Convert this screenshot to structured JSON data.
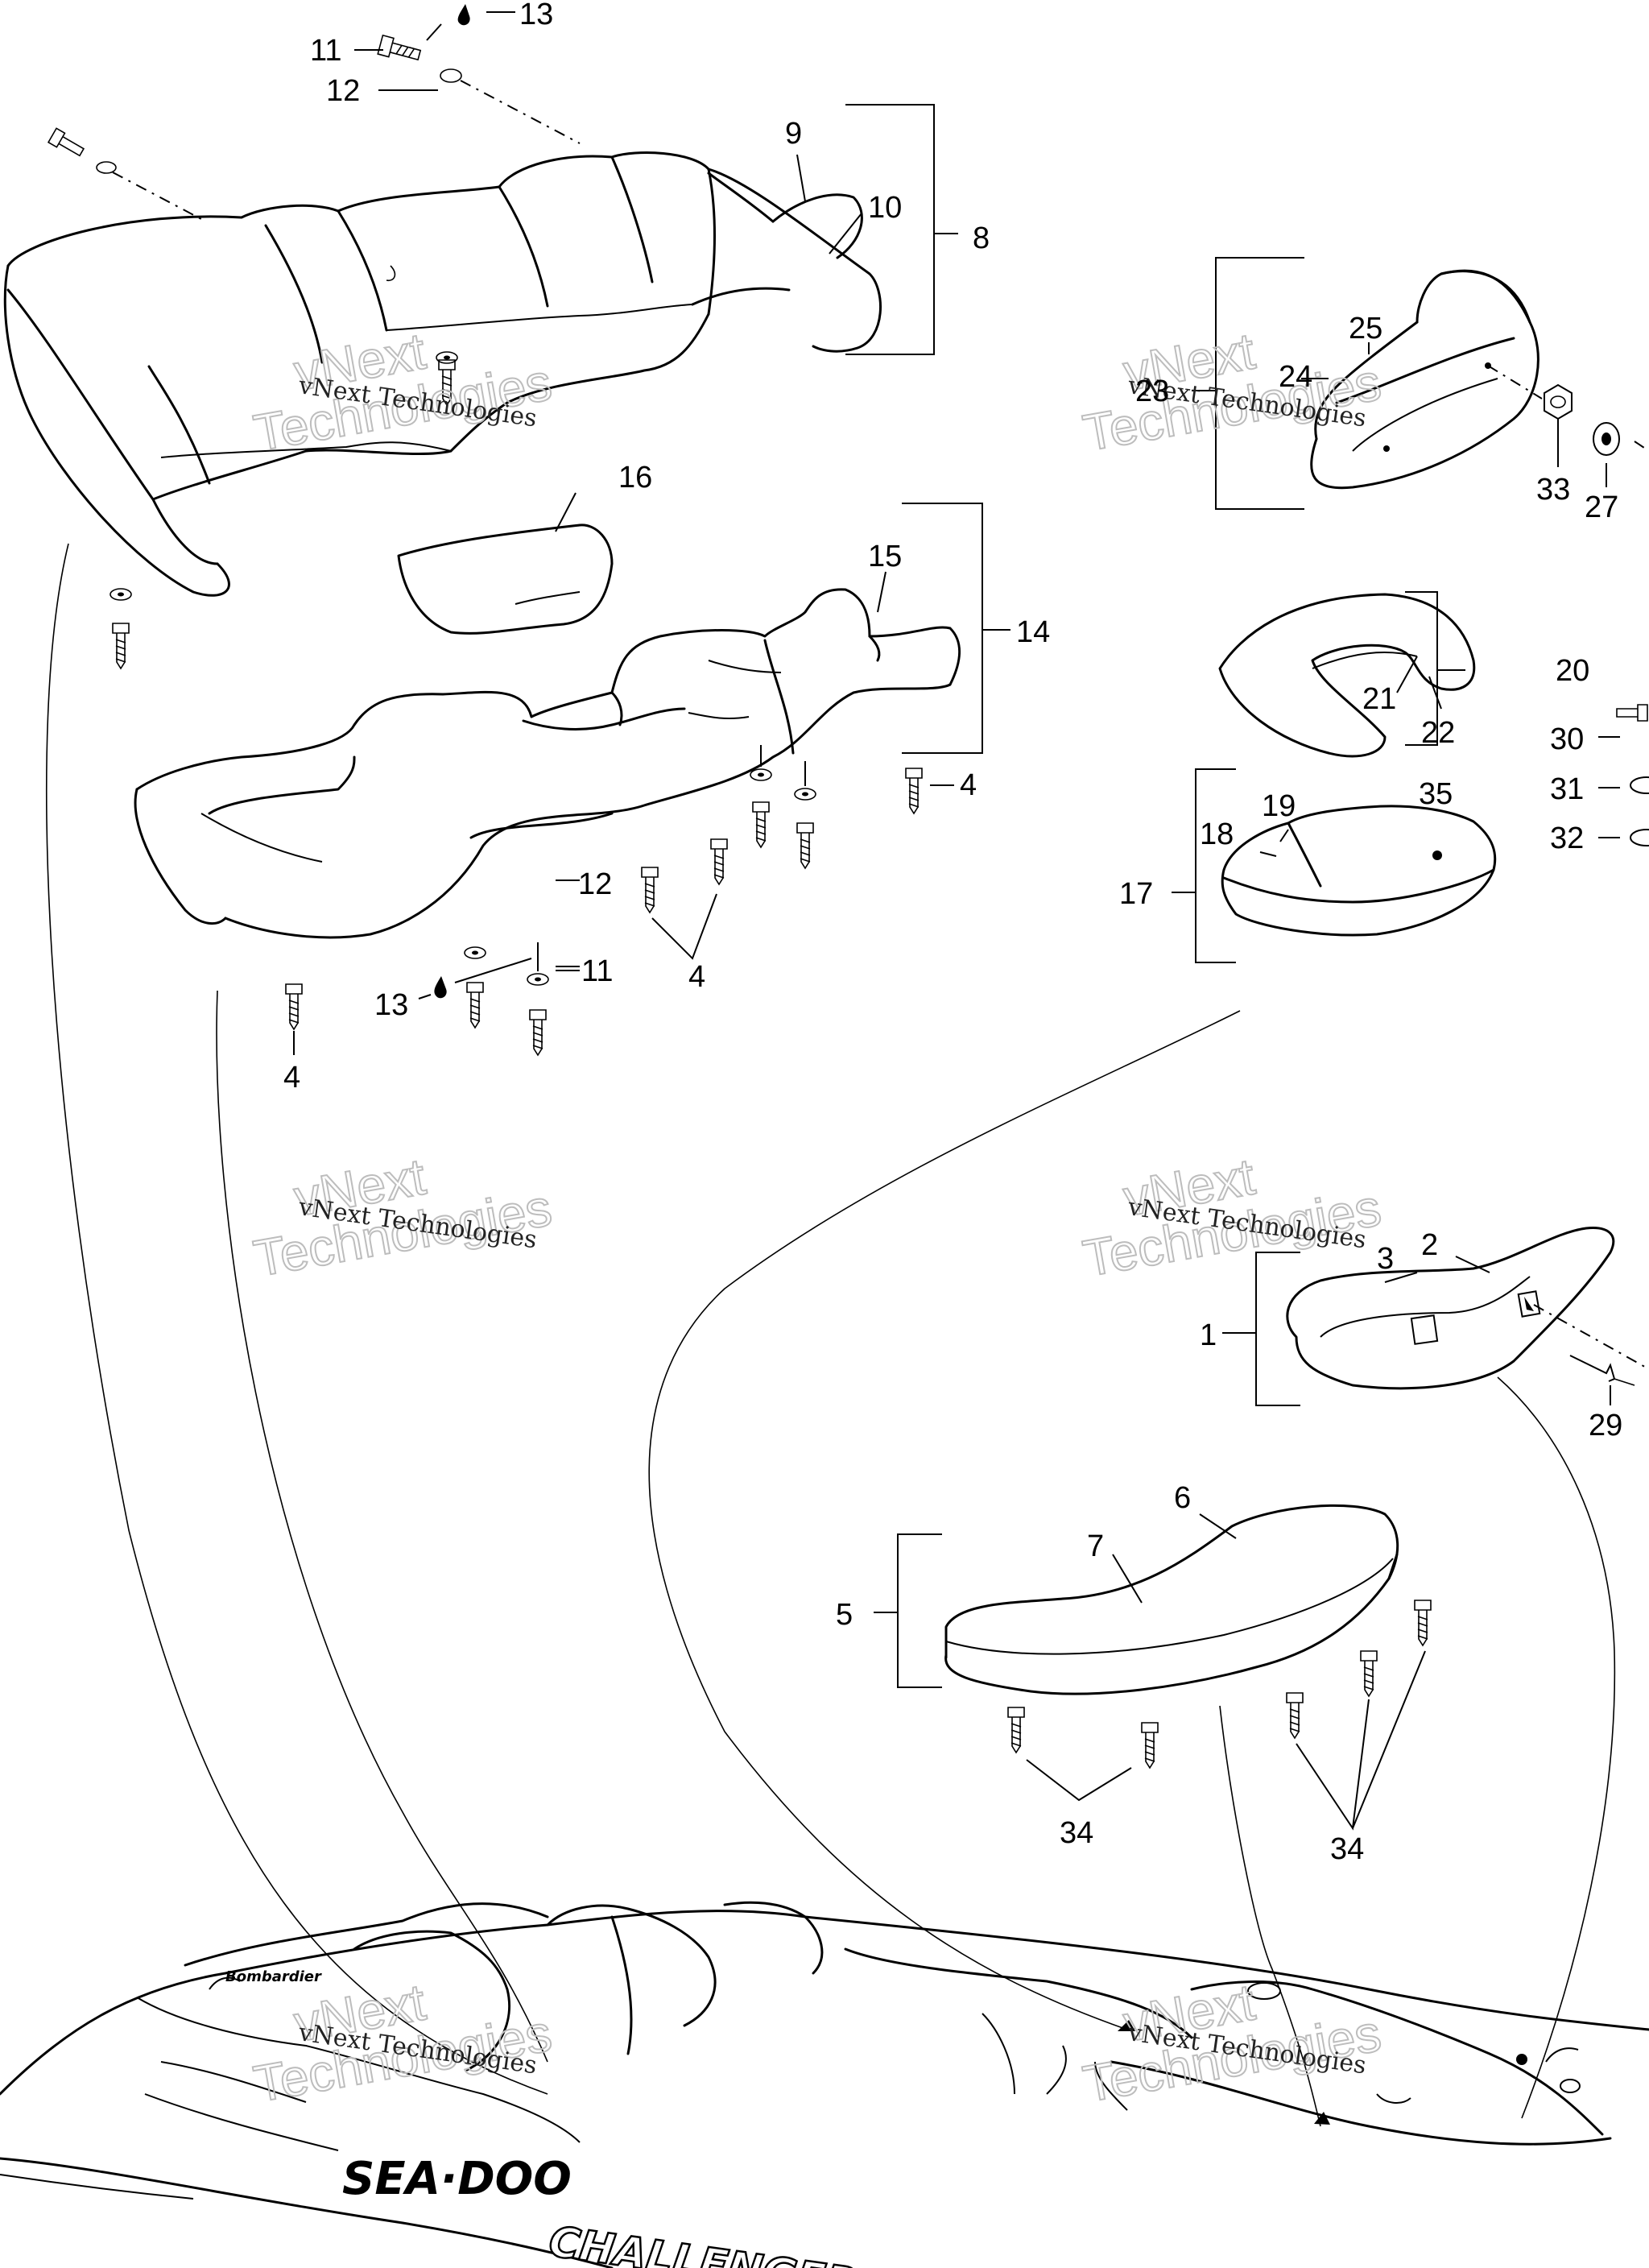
{
  "callouts": {
    "c1": "1",
    "c2": "2",
    "c3": "3",
    "c4a": "4",
    "c4b": "4",
    "c4c": "4",
    "c5": "5",
    "c6": "6",
    "c7": "7",
    "c8": "8",
    "c9": "9",
    "c10": "10",
    "c11a": "11",
    "c11b": "11",
    "c12a": "12",
    "c12b": "12",
    "c13a": "13",
    "c13b": "13",
    "c14": "14",
    "c15": "15",
    "c16": "16",
    "c17": "17",
    "c18": "18",
    "c19": "19",
    "c20": "20",
    "c21": "21",
    "c22": "22",
    "c23": "23",
    "c24": "24",
    "c25": "25",
    "c27": "27",
    "c29": "29",
    "c30": "30",
    "c31": "31",
    "c32": "32",
    "c33": "33",
    "c34a": "34",
    "c34b": "34",
    "c35": "35"
  },
  "watermark": {
    "line1": "vNext Technologies",
    "big_top": "vNext",
    "big_bottom": "Technologies"
  },
  "hull": {
    "brand_small": "Bombardier",
    "brand_main": "SEA·DOO",
    "model": "CHALLENGER"
  },
  "icons": {
    "sealant": "drop-icon",
    "screw": "screw-icon",
    "washer": "washer-icon",
    "nut": "nut-icon"
  }
}
